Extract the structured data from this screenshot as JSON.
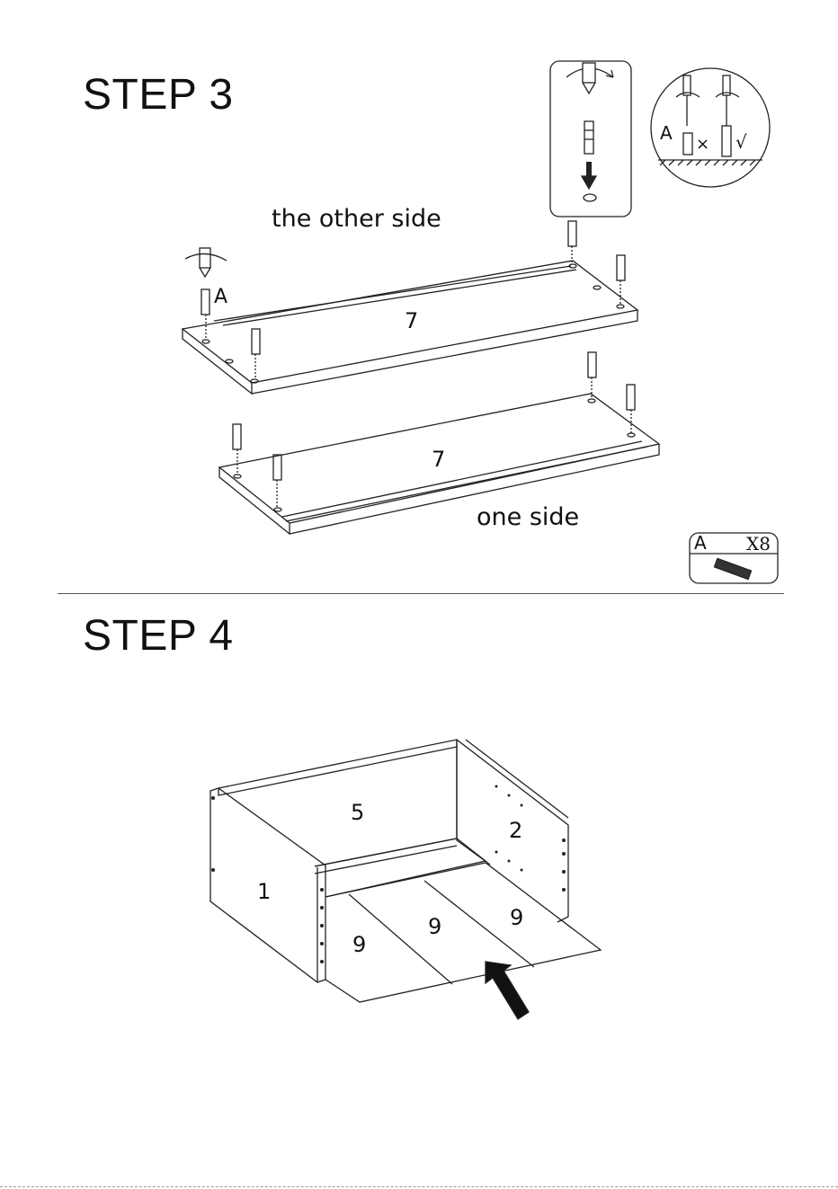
{
  "step3": {
    "title": "STEP 3",
    "label_other_side": "the other side",
    "label_one_side": "one side",
    "panel_top_number": "7",
    "panel_bottom_number": "7",
    "part_letter": "A",
    "detail_letter": "A",
    "detail_wrong_mark": "×",
    "detail_right_mark": "√",
    "parts_badge": {
      "letter": "A",
      "count": "X8"
    }
  },
  "step4": {
    "title": "STEP 4",
    "part_back": "5",
    "part_right": "2",
    "part_left": "1",
    "bottom_panels": [
      "9",
      "9",
      "9"
    ]
  }
}
